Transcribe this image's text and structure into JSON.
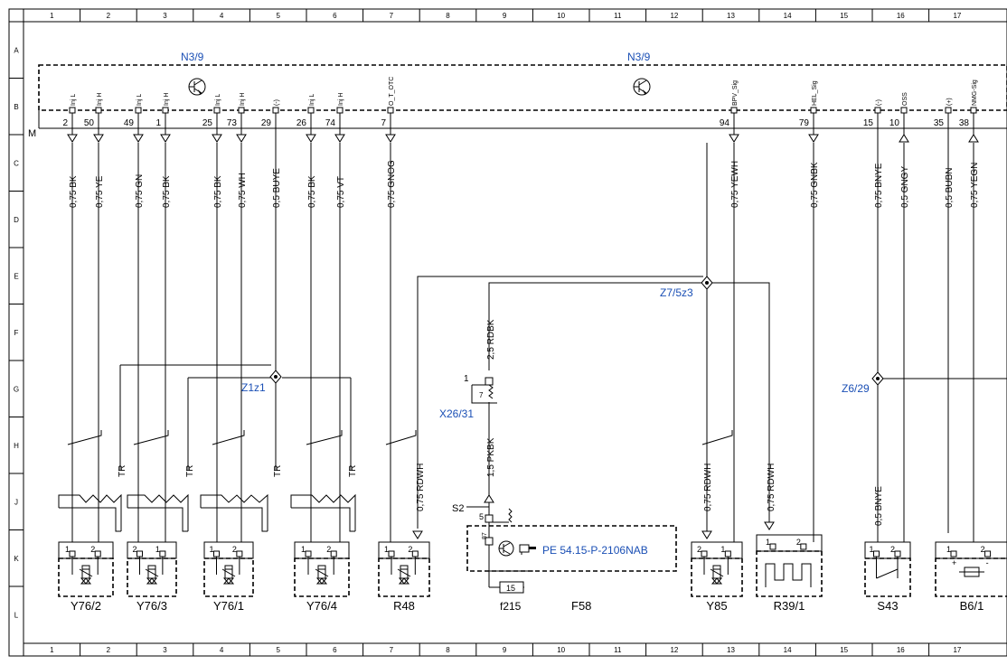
{
  "frame": {
    "columns": [
      "1",
      "2",
      "3",
      "4",
      "5",
      "6",
      "7",
      "8",
      "9",
      "10",
      "11",
      "12",
      "13",
      "14",
      "15",
      "16",
      "17"
    ],
    "rows": [
      "A",
      "B",
      "C",
      "D",
      "E",
      "F",
      "G",
      "H",
      "J",
      "K",
      "L"
    ]
  },
  "module": {
    "label_left": "N3/9",
    "label_right": "N3/9",
    "ground": "M"
  },
  "pins": [
    {
      "num": "2",
      "sig": "Inj L",
      "wire": "0,75 BK",
      "dir": "out"
    },
    {
      "num": "50",
      "sig": "Inj H",
      "wire": "0,75 YE",
      "dir": "out"
    },
    {
      "num": "49",
      "sig": "Inj L",
      "wire": "0,75 GN",
      "dir": "out"
    },
    {
      "num": "1",
      "sig": "Inj H",
      "wire": "0,75 BK",
      "dir": "out"
    },
    {
      "num": "25",
      "sig": "Inj L",
      "wire": "0,75 BK",
      "dir": "out"
    },
    {
      "num": "73",
      "sig": "Inj H",
      "wire": "0,75 WH",
      "dir": "out"
    },
    {
      "num": "29",
      "sig": "(-)",
      "wire": "0,5 BUYE",
      "dir": "none"
    },
    {
      "num": "26",
      "sig": "Inj L",
      "wire": "0,75 BK",
      "dir": "out"
    },
    {
      "num": "74",
      "sig": "Inj H",
      "wire": "0,75 VT",
      "dir": "out"
    },
    {
      "num": "7",
      "sig": "O_T_OTC",
      "wire": "0,75 GNOG",
      "dir": "out"
    },
    {
      "num": "94",
      "sig": "BPV_Sig",
      "wire": "0,75 YEWH",
      "dir": "out"
    },
    {
      "num": "79",
      "sig": "HEL_Sig",
      "wire": "0,75 GNBK",
      "dir": "out"
    },
    {
      "num": "15",
      "sig": "(-)",
      "wire": "0,75 BNYE",
      "dir": "none"
    },
    {
      "num": "10",
      "sig": "OSS",
      "wire": "0,5 GNGY",
      "dir": "in"
    },
    {
      "num": "35",
      "sig": "(+)",
      "wire": "0,5 BUBN",
      "dir": "none"
    },
    {
      "num": "38",
      "sig": "NMG-Sig",
      "wire": "0,75 YEGN",
      "dir": "in"
    }
  ],
  "splices": [
    "Z1z1",
    "Z7/5z3",
    "Z6/29"
  ],
  "mid_wires": [
    "0,75 RDWH",
    "0,75 RDWH",
    "0,75 RDWH",
    "0,5 BNYE",
    "2,5 RDBK",
    "1,5 PKBK"
  ],
  "tr_label": "TR",
  "connector_x26": {
    "label": "X26/31",
    "pin_outer": "1",
    "pin_inner": "7"
  },
  "relay_f58": {
    "label": "F58",
    "s2_label": "S2",
    "pin_a": "5",
    "pin_b": "87",
    "fuse_num": "15",
    "fuse_label": "f215",
    "ref_text": "PE 54.15-P-2106NAB"
  },
  "components": [
    {
      "label": "Y76/2",
      "pins": [
        "1",
        "2"
      ]
    },
    {
      "label": "Y76/3",
      "pins": [
        "2",
        "1"
      ]
    },
    {
      "label": "Y76/1",
      "pins": [
        "1",
        "2"
      ]
    },
    {
      "label": "Y76/4",
      "pins": [
        "1",
        "2"
      ]
    },
    {
      "label": "R48",
      "pins": [
        "1",
        "2"
      ]
    },
    {
      "label": "Y85",
      "pins": [
        "2",
        "1"
      ]
    },
    {
      "label": "R39/1",
      "pins": [
        "1",
        "2"
      ]
    },
    {
      "label": "S43",
      "pins": [
        "1",
        "2"
      ]
    },
    {
      "label": "B6/1",
      "pins": [
        "1",
        "2"
      ],
      "pin_signs": [
        "+",
        "-"
      ]
    }
  ]
}
